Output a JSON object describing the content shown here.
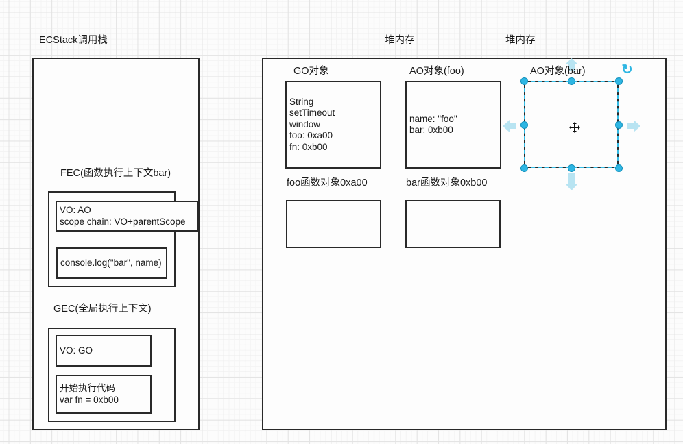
{
  "page": {
    "stack_title": "ECStack调用栈",
    "heap_title_left": "堆内存",
    "heap_title_right": "堆内存"
  },
  "stack": {
    "fec": {
      "label": "FEC(函数执行上下文bar)",
      "vo_lines": [
        "VO: AO",
        "scope chain: VO+parentScope"
      ],
      "code_lines": [
        "console.log(\"bar\", name)"
      ]
    },
    "gec": {
      "label": "GEC(全局执行上下文)",
      "vo_lines": [
        "VO: GO"
      ],
      "code_lines": [
        "开始执行代码",
        "var fn = 0xb00"
      ]
    }
  },
  "heap": {
    "go_object": {
      "label": "GO对象",
      "lines": [
        "String",
        "setTimeout",
        "window",
        "foo: 0xa00",
        "fn: 0xb00"
      ]
    },
    "ao_foo": {
      "label": "AO对象(foo)",
      "lines": [
        "name: \"foo\"",
        "bar: 0xb00"
      ]
    },
    "ao_bar": {
      "label": "AO对象(bar)"
    },
    "foo_fn": {
      "label": "foo函数对象0xa00"
    },
    "bar_fn": {
      "label": "bar函数对象0xb00"
    }
  },
  "selection": {
    "accent_color": "#2eb6e3",
    "arrow_color": "#b8e4f2",
    "rotate_icon": "↻"
  }
}
